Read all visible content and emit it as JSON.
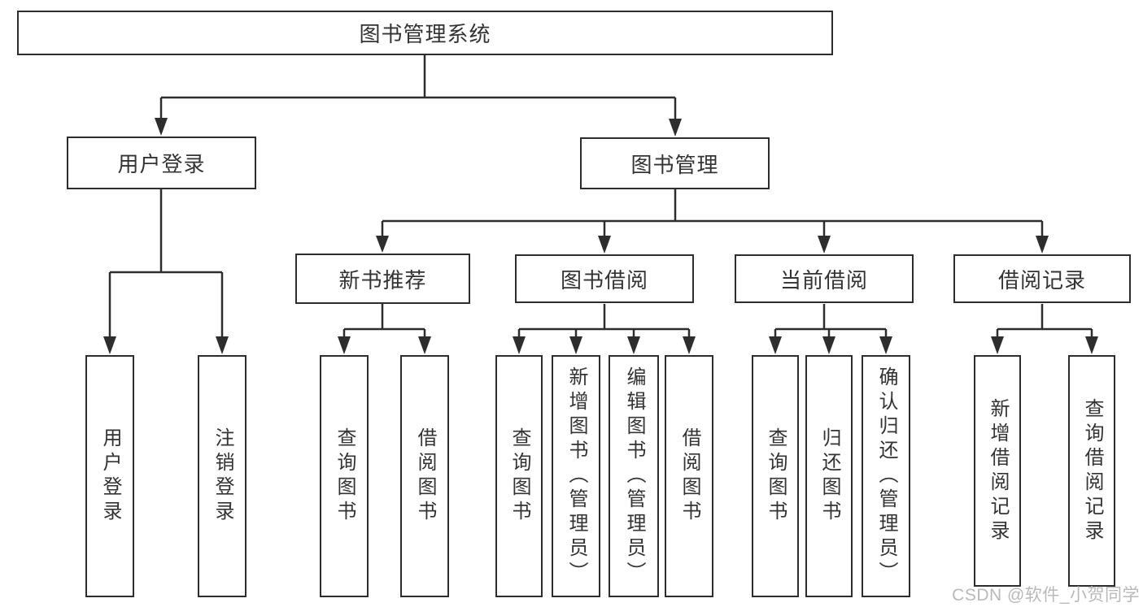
{
  "colors": {
    "line": "#2d2d2d",
    "box_border": "#2d2d2d",
    "text": "#333333",
    "background": "#ffffff",
    "watermark_text_color": "#b9b9b9"
  },
  "tree": {
    "label": "图书管理系统",
    "children": [
      {
        "label": "用户登录",
        "children": [
          {
            "label": "用户登录"
          },
          {
            "label": "注销登录"
          }
        ]
      },
      {
        "label": "图书管理",
        "children": [
          {
            "label": "新书推荐",
            "children": [
              {
                "label": "查询图书"
              },
              {
                "label": "借阅图书"
              }
            ]
          },
          {
            "label": "图书借阅",
            "children": [
              {
                "label": "查询图书"
              },
              {
                "label": "新增图书（管理员）"
              },
              {
                "label": "编辑图书（管理员）"
              },
              {
                "label": "借阅图书"
              }
            ]
          },
          {
            "label": "当前借阅",
            "children": [
              {
                "label": "查询图书"
              },
              {
                "label": "归还图书"
              },
              {
                "label": "确认归还（管理员）"
              }
            ]
          },
          {
            "label": "借阅记录",
            "children": [
              {
                "label": "新增借阅记录"
              },
              {
                "label": "查询借阅记录"
              }
            ]
          }
        ]
      }
    ]
  },
  "watermark": {
    "text": "CSDN @软件_小贺同学"
  }
}
